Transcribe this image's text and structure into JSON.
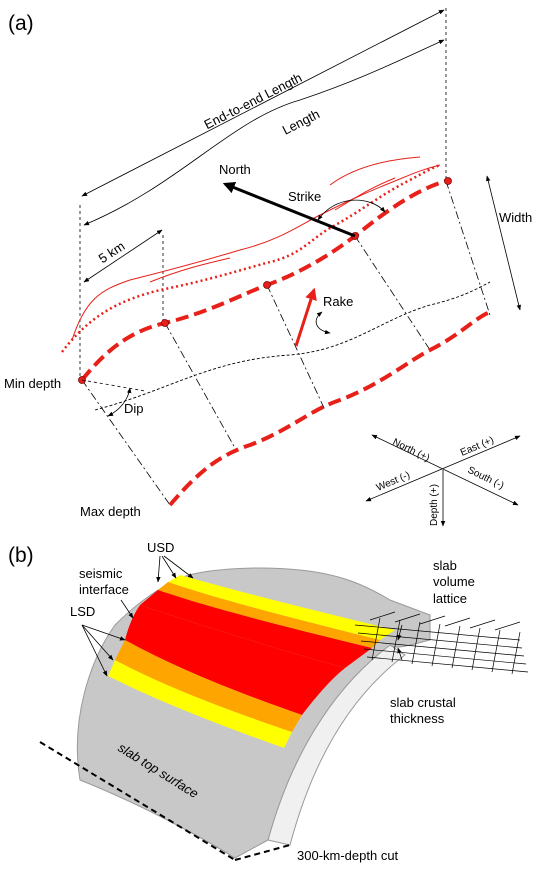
{
  "panel_a": {
    "label": "(a)",
    "end_to_end_length": "End-to-end Length",
    "length": "Length",
    "north": "North",
    "strike": "Strike",
    "width": "Width",
    "five_km": "5 km",
    "rake": "Rake",
    "min_depth": "Min depth",
    "dip": "Dip",
    "max_depth": "Max depth",
    "compass": {
      "north": "North (+)",
      "east": "East (+)",
      "west": "West (-)",
      "south": "South (-)",
      "depth": "Depth (+)"
    }
  },
  "panel_b": {
    "label": "(b)",
    "usd": "USD",
    "seismic_interface_1": "seismic",
    "seismic_interface_2": "interface",
    "lsd": "LSD",
    "slab_volume_1": "slab",
    "slab_volume_2": "volume",
    "slab_volume_3": "lattice",
    "slab_crustal_1": "slab crustal",
    "slab_crustal_2": "thickness",
    "slab_top_surface": "slab top surface",
    "depth_cut": "300-km-depth cut"
  },
  "colors": {
    "trace_red": "#e8201a",
    "interface_red": "#ff0000",
    "orange": "#ffa500",
    "yellow": "#ffff00",
    "slab_gray": "#c8c8c8",
    "slab_side": "#f0f0f0"
  }
}
